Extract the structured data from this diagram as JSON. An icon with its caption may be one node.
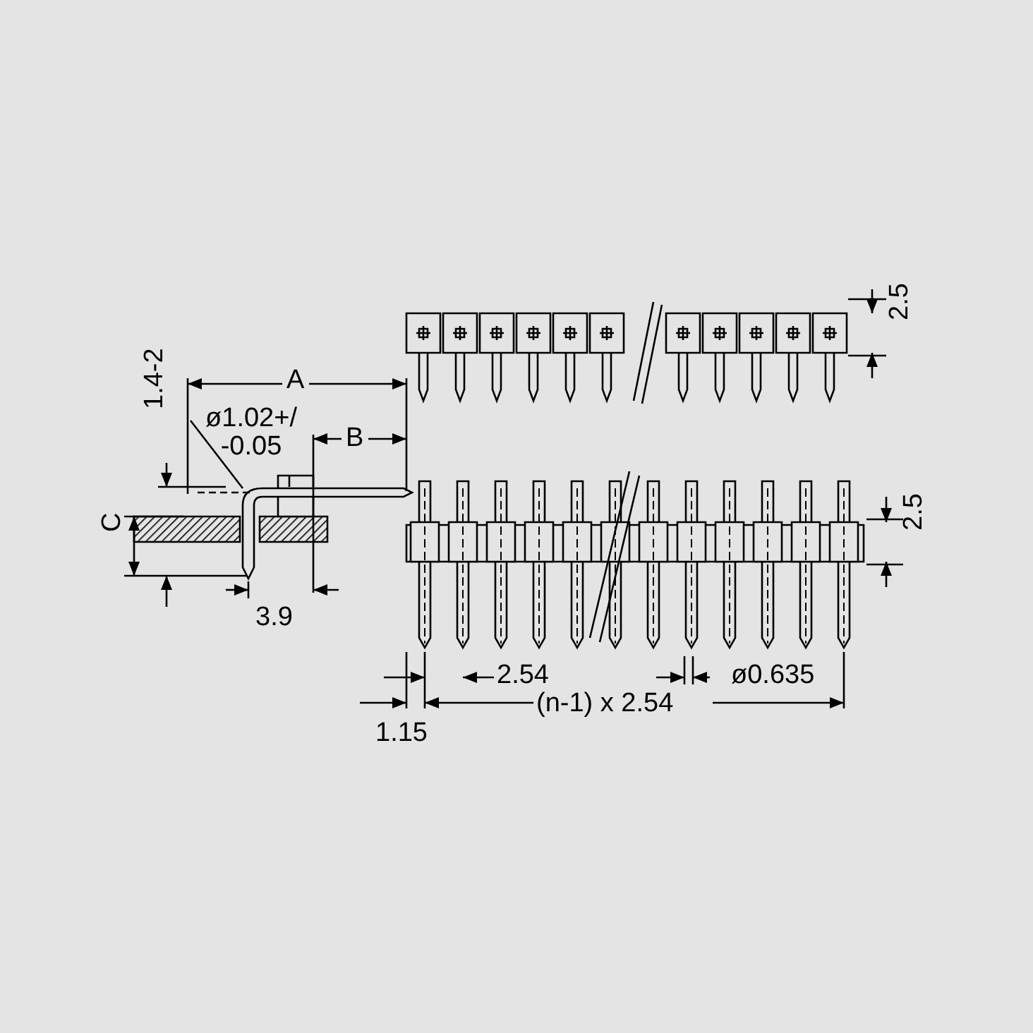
{
  "diagram": {
    "labels": [
      "2.5",
      "A",
      "1.4-2",
      "ø1.02+/ -0.05",
      "B",
      "C",
      "2.5",
      "3.9",
      "2.54",
      "ø0.635",
      "1.15",
      "(n-1) x 2.54"
    ]
  }
}
